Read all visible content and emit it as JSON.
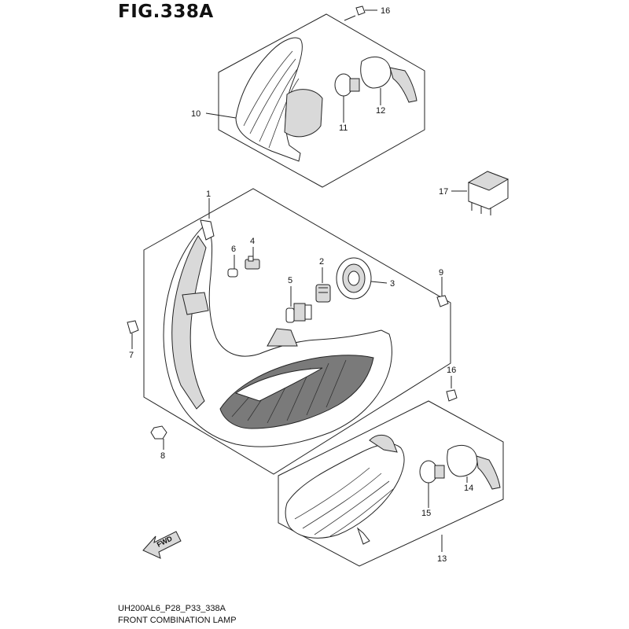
{
  "figure": {
    "title": "FIG.338A",
    "code": "UH200AL6_P28_P33_338A",
    "caption": "FRONT COMBINATION LAMP"
  },
  "fwd_label": "FWD",
  "callouts": [
    "1",
    "2",
    "3",
    "4",
    "5",
    "6",
    "7",
    "8",
    "9",
    "10",
    "11",
    "12",
    "13",
    "14",
    "15",
    "16",
    "16",
    "17"
  ]
}
